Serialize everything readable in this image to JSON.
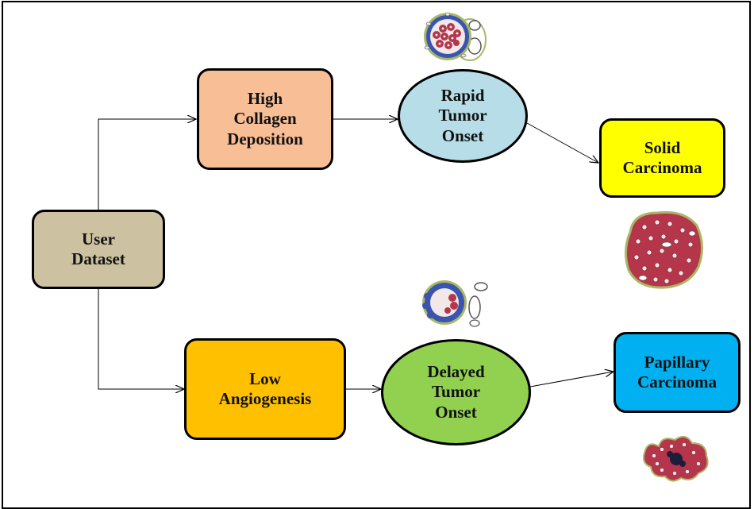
{
  "diagram": {
    "nodes": {
      "user_dataset": {
        "label": "User\nDataset",
        "fill": "#ccc1a0"
      },
      "high_collagen": {
        "label": "High\nCollagen\nDeposition",
        "fill": "#f8be95"
      },
      "rapid_onset": {
        "label": "Rapid\nTumor\nOnset",
        "fill": "#b7dde8"
      },
      "solid_carcinoma": {
        "label": "Solid\nCarcinoma",
        "fill": "#ffff00"
      },
      "low_angiogenesis": {
        "label": "Low\nAngiogenesis",
        "fill": "#ffc000"
      },
      "delayed_onset": {
        "label": "Delayed\nTumor\nOnset",
        "fill": "#92d050"
      },
      "papillary_carcinoma": {
        "label": "Papillary\nCarcinoma",
        "fill": "#00b0f0"
      }
    },
    "edges": [
      {
        "from": "user_dataset",
        "to": "high_collagen"
      },
      {
        "from": "user_dataset",
        "to": "low_angiogenesis"
      },
      {
        "from": "high_collagen",
        "to": "rapid_onset"
      },
      {
        "from": "rapid_onset",
        "to": "solid_carcinoma"
      },
      {
        "from": "low_angiogenesis",
        "to": "delayed_onset"
      },
      {
        "from": "delayed_onset",
        "to": "papillary_carcinoma"
      }
    ],
    "illustrations": [
      "duct-cross-section-illustration",
      "solid-tumor-illustration",
      "duct-small-illustration",
      "papillary-tumor-illustration"
    ],
    "colors": {
      "cell": "#b5364b",
      "nucleus": "#f2e8e8",
      "membrane": "#3a55b0",
      "stroma": "#a9b866"
    }
  }
}
